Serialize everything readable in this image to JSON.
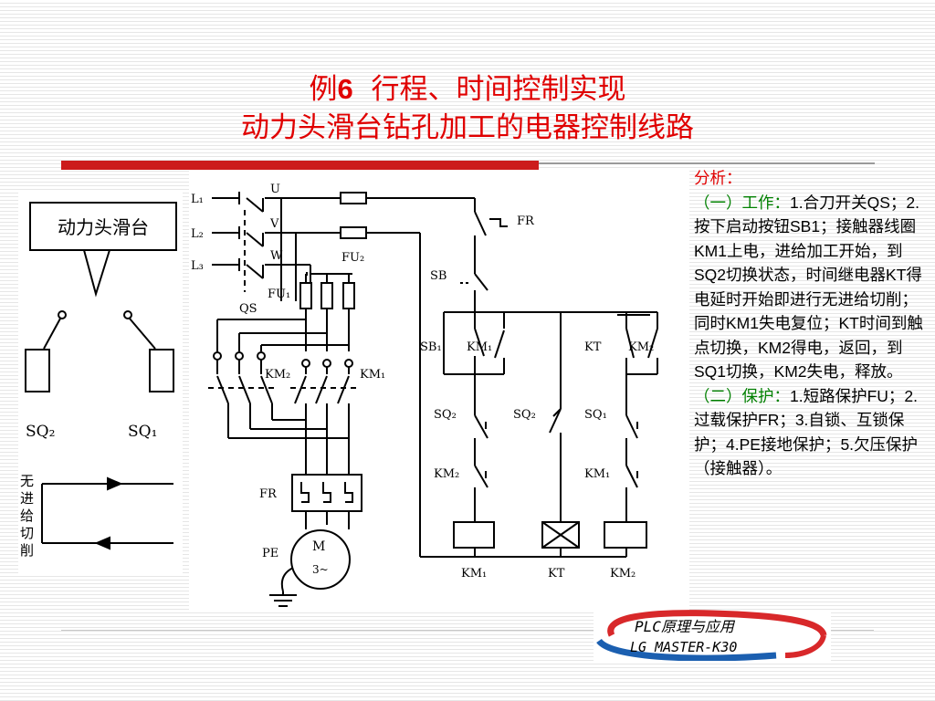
{
  "title": {
    "line1_prefix": "例",
    "line1_num": "6",
    "line1_rest": "行程、时间控制实现",
    "line2": "动力头滑台钻孔加工的电器控制线路"
  },
  "left_panel": {
    "box_label": "动力头滑台",
    "sq2": "SQ₂",
    "sq1": "SQ₁",
    "feed_label": "无进给切削",
    "feed_chars": [
      "无",
      "进",
      "给",
      "切",
      "削"
    ]
  },
  "diagram": {
    "labels": {
      "l1": "L₁",
      "l2": "L₂",
      "l3": "L₃",
      "u": "U",
      "v": "V",
      "w": "W",
      "qs": "QS",
      "fu1": "FU₁",
      "fu2": "FU₂",
      "km2_main": "KM₂",
      "km1_main": "KM₁",
      "fr_main": "FR",
      "pe": "PE",
      "motor_m": "M",
      "motor_3": "3~",
      "fr_ctrl": "FR",
      "sb": "SB",
      "sb1": "SB₁",
      "km1_hold": "KM₁",
      "kt_contact": "KT",
      "km2_hold": "KM₂",
      "sq2_left": "SQ₂",
      "sq2_mid": "SQ₂",
      "sq1_right": "SQ₁",
      "km2_interlock": "KM₂",
      "km1_interlock": "KM₁",
      "coil_km1": "KM₁",
      "coil_kt": "KT",
      "coil_km2": "KM₂"
    }
  },
  "analysis": {
    "heading": "分析：",
    "part1_label": "（一）工作：",
    "part1_text": "1.合刀开关QS；2.按下启动按钮SB1；接触器线圈KM1上电，进给加工开始，到SQ2切换状态，时间继电器KT得电延时开始即进行无进给切削；同时KM1失电复位；KT时间到触点切换，KM2得电，返回，到SQ1切换，KM2失电，释放。",
    "part2_label": "（二）保护：",
    "part2_text": "1.短路保护FU；2.过载保护FR；3.自锁、互锁保护；4.PE接地保护；5.欠压保护（接触器）。"
  },
  "logo": {
    "line1": "PLC原理与应用",
    "line2": "LG MASTER-K30"
  },
  "colors": {
    "title": "#e00000",
    "bar": "#cc1c1c",
    "green": "#008000",
    "logo_red": "#d8282a",
    "logo_blue": "#1b5fb0"
  }
}
